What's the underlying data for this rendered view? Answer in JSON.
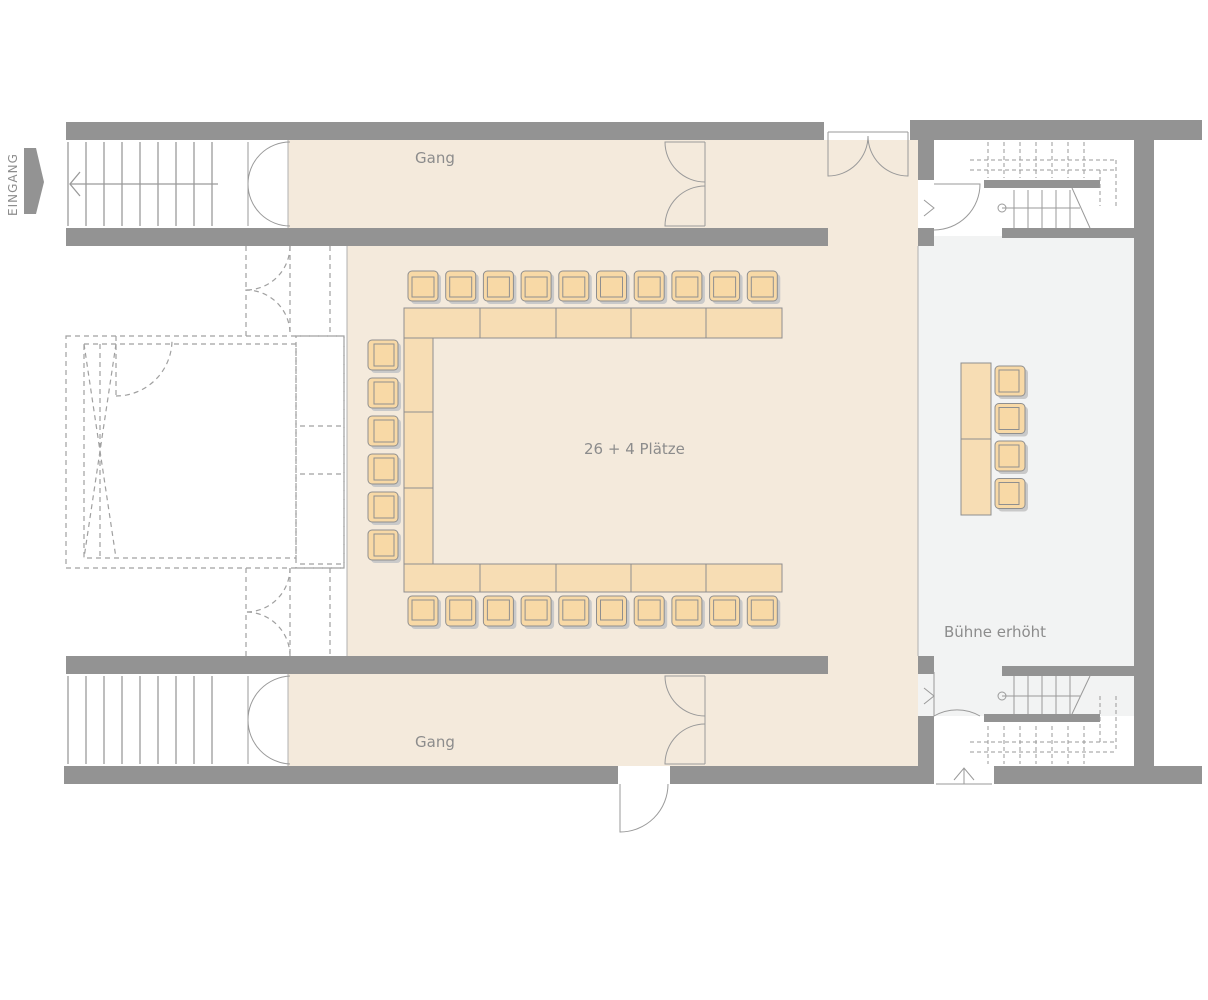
{
  "labels": {
    "corridor_top": "Gang",
    "corridor_bottom": "Gang",
    "main_room": "26 + 4 Plätze",
    "stage": "Bühne erhöht",
    "entrance": "EINGANG"
  },
  "seating": {
    "chairs_top_row": 10,
    "chairs_bottom_row": 10,
    "chairs_left_column": 6,
    "chairs_stage": 4
  },
  "colors": {
    "wall": "#939393",
    "floor": "#f4eadc",
    "stage_floor": "#f2f3f3",
    "table": "#f7ddb4",
    "chair": "#f8d9a6",
    "line": "#9a9a9a",
    "label": "#8c8c8c"
  }
}
